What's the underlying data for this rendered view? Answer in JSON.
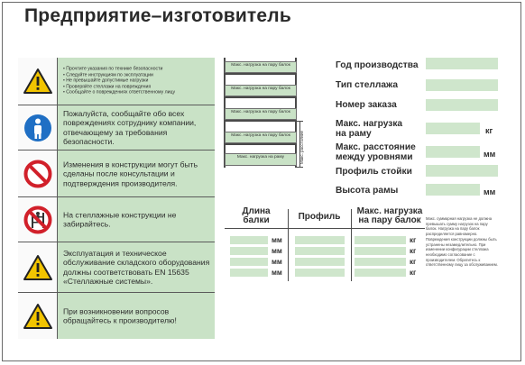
{
  "title": "Предприятие–изготовитель",
  "safety_rows": [
    {
      "icon": "warning-triangle-icon",
      "lines": [
        "Прочтите указания по технике безопасности",
        "Следуйте инструкциям по эксплуатации",
        "Не превышайте допустимые нагрузки",
        "Проверяйте стеллажи на повреждения",
        "Сообщайте о повреждениях ответственному лицу"
      ]
    },
    {
      "icon": "info-person-icon",
      "text": "Пожалуйста, сообщайте обо всех повреждениях сотруднику компании, отвечающему за требования безопасности."
    },
    {
      "icon": "prohibition-icon",
      "text": "Изменения в конструкции могут быть сделаны после консультации и подтверждения производителя."
    },
    {
      "icon": "no-climbing-icon",
      "text": "На стеллажные конструкции не забирайтесь."
    },
    {
      "icon": "warning-triangle-icon",
      "text": "Эксплуатация и техническое обслуживание складского оборудования должны соответствовать EN 15635 «Стеллажные системы»."
    },
    {
      "icon": "warning-triangle-icon",
      "text": "При возникновении вопросов обращайтесь к производителю!"
    }
  ],
  "rack": {
    "beam_label": "Макс. нагрузка на пару балок",
    "frame_label": "Макс. нагрузка на раму",
    "dimension_label": "Макс. расстояние"
  },
  "fields": [
    {
      "label": "Год производства",
      "unit": ""
    },
    {
      "label": "Тип стеллажа",
      "unit": ""
    },
    {
      "label": "Номер заказа",
      "unit": ""
    },
    {
      "label": "Макс. нагрузка\nна раму",
      "unit": "кг"
    },
    {
      "label": "Макс. расстояние\nмежду уровнями",
      "unit": "мм"
    },
    {
      "label": "Профиль стойки",
      "unit": ""
    },
    {
      "label": "Высота рамы",
      "unit": "мм"
    }
  ],
  "beam_table": {
    "headers": [
      "Длина\nбалки",
      "Профиль",
      "Макс. нагрузка\nна пару балок"
    ],
    "length_unit": "мм",
    "load_unit": "кг",
    "rows": 4
  },
  "note": "Макс. суммарная нагрузка не должна превышать сумму нагрузок на пару балок. Нагрузка на пару балок распределяется равномерно. Повреждения конструкции должны быть устранены незамедлительно. При изменении конфигурации стеллажа необходимо согласование с производителем. Обратитесь к ответственному лицу за обслуживанием."
}
